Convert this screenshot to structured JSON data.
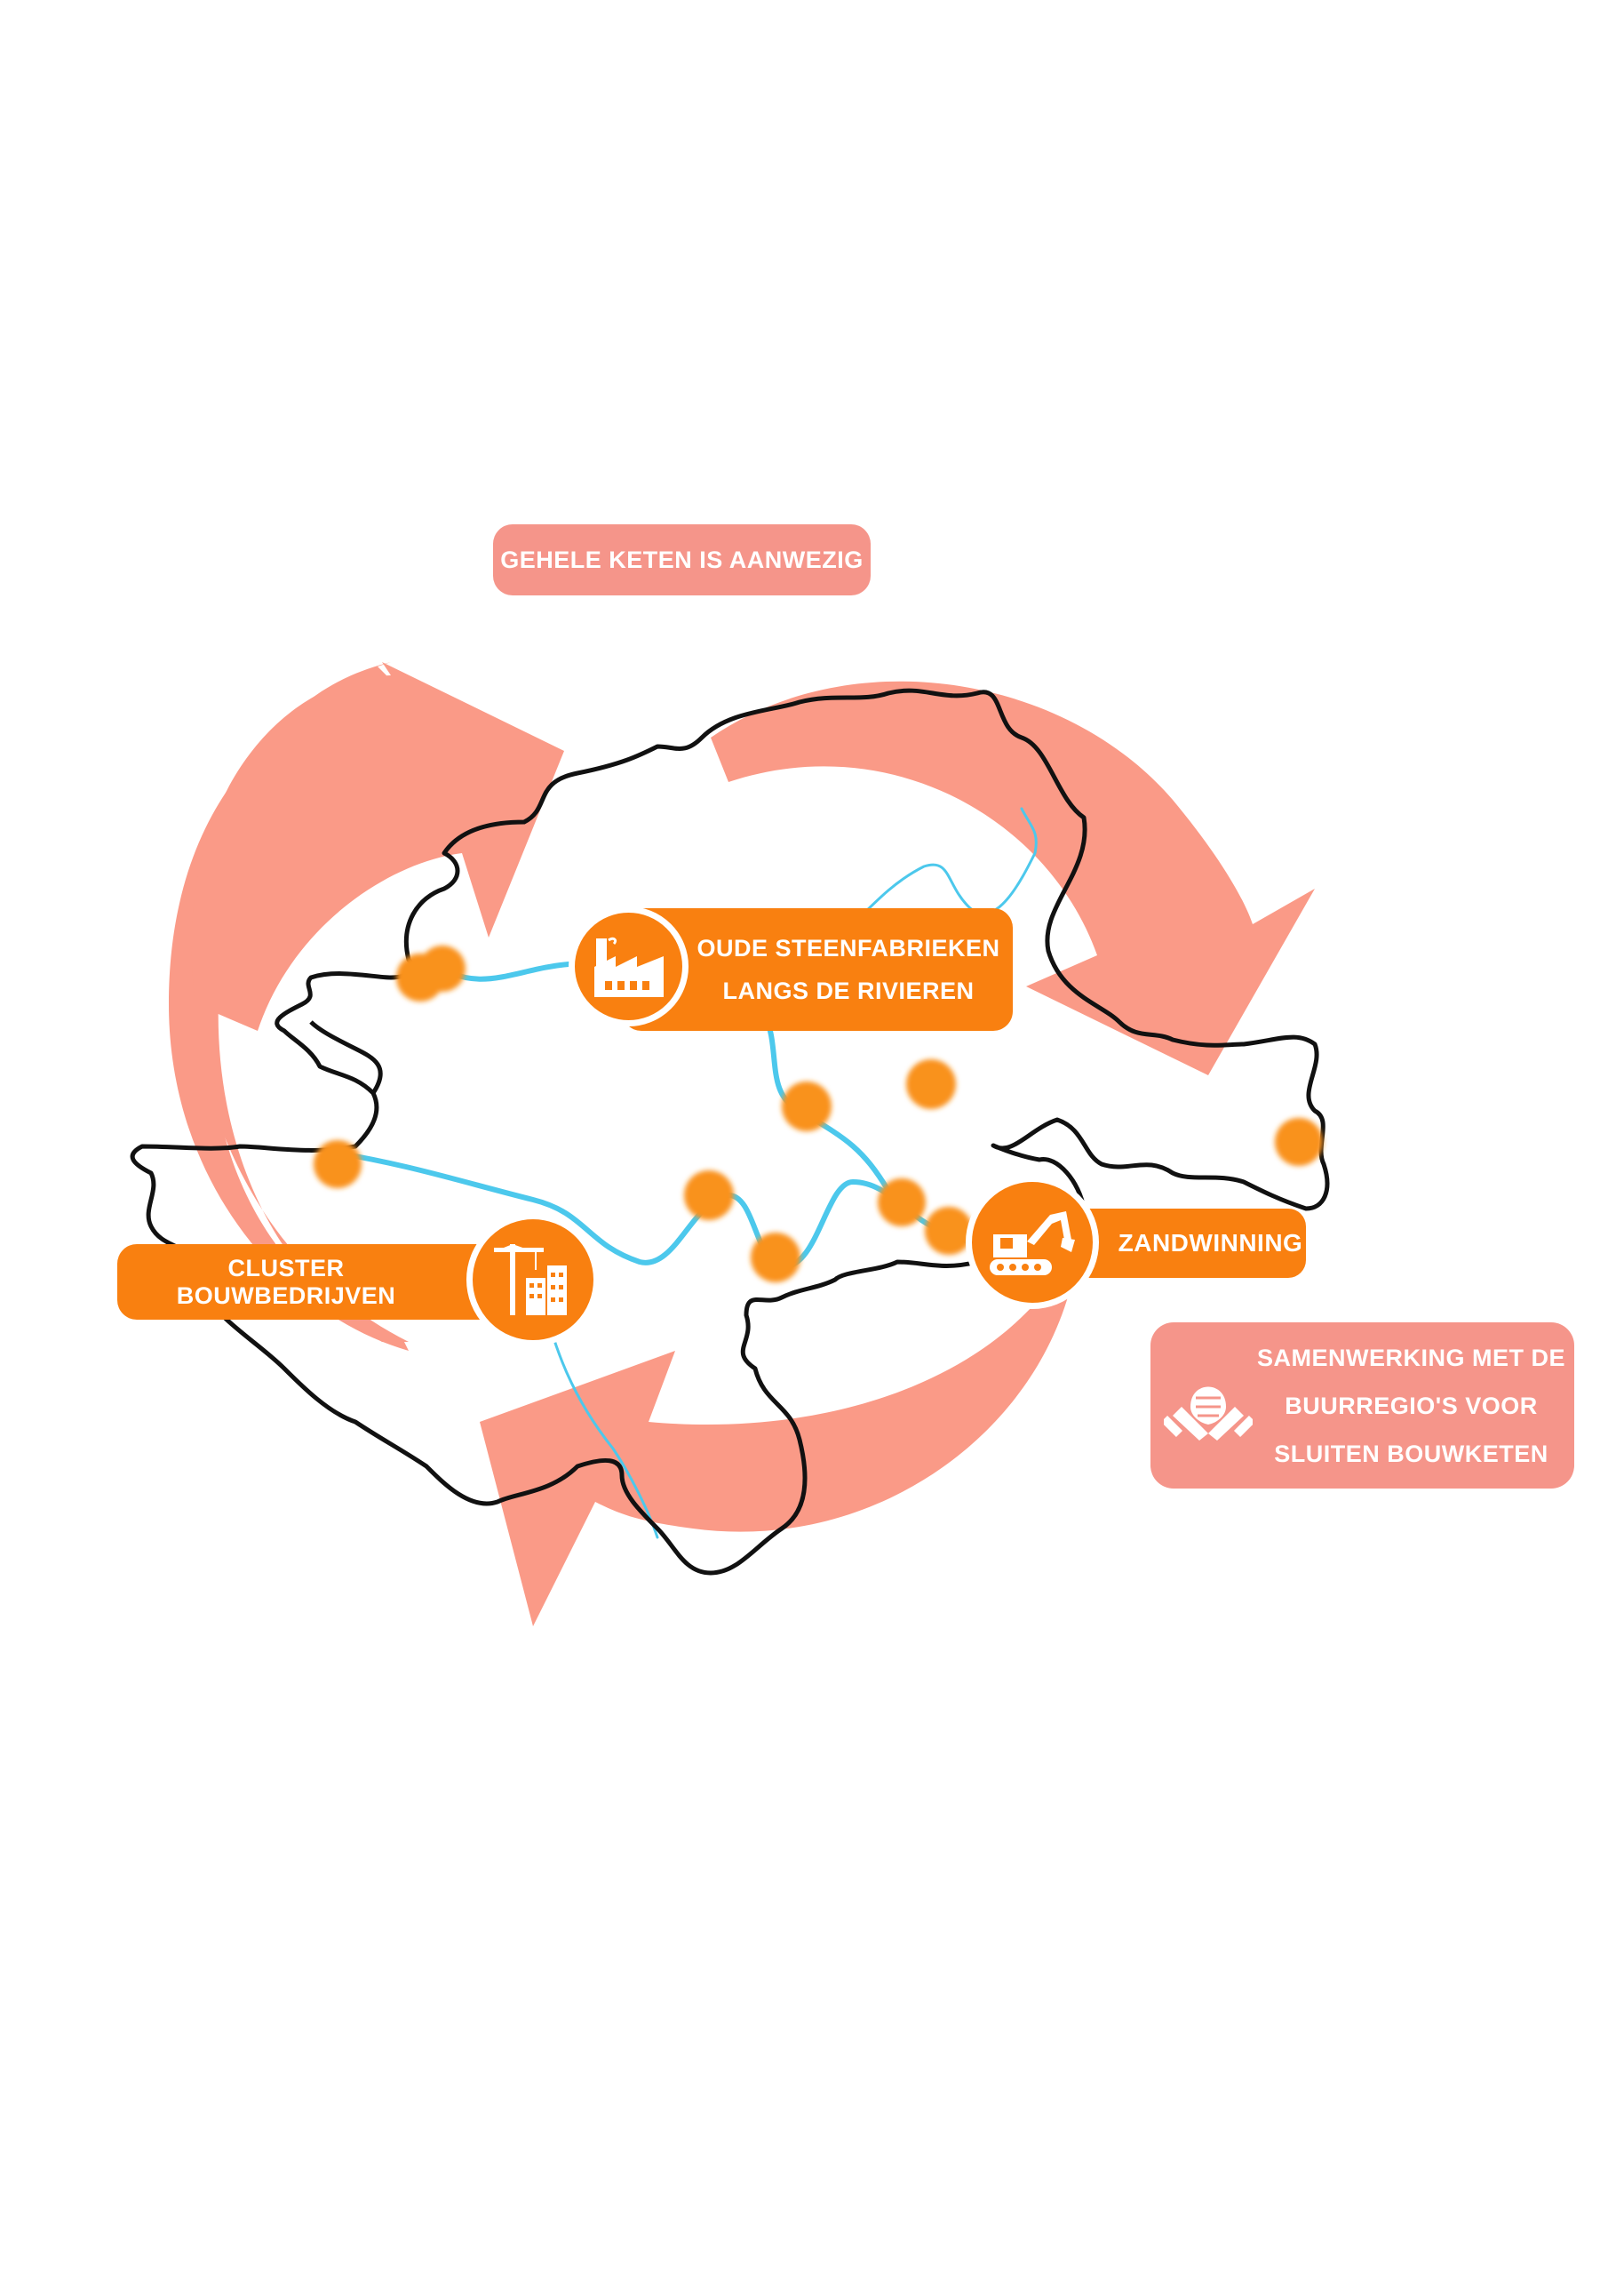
{
  "colors": {
    "arrow": "#fa9a87",
    "outline": "#111111",
    "river": "#4cc8ec",
    "dot": "#f9921c",
    "label_orange": "#f98010",
    "label_salmon": "#f5958a",
    "text": "#ffffff"
  },
  "header_label": "GEHELE KETEN IS AANWEZIG",
  "labels": {
    "brickworks": {
      "lines": [
        "OUDE STEENFABRIEKEN",
        "LANGS DE RIVIEREN"
      ],
      "icon": "factory-icon"
    },
    "sand": {
      "text": "ZANDWINNING",
      "icon": "excavator-icon"
    },
    "cluster": {
      "text": "CLUSTER BOUWBEDRIJVEN",
      "icon": "crane-buildings-icon"
    },
    "cooperation": {
      "lines": [
        "SAMENWERKING MET DE",
        "BUURREGIO'S VOOR",
        "SLUITEN BOUWKETEN"
      ],
      "icon": "handshake-icon"
    }
  }
}
